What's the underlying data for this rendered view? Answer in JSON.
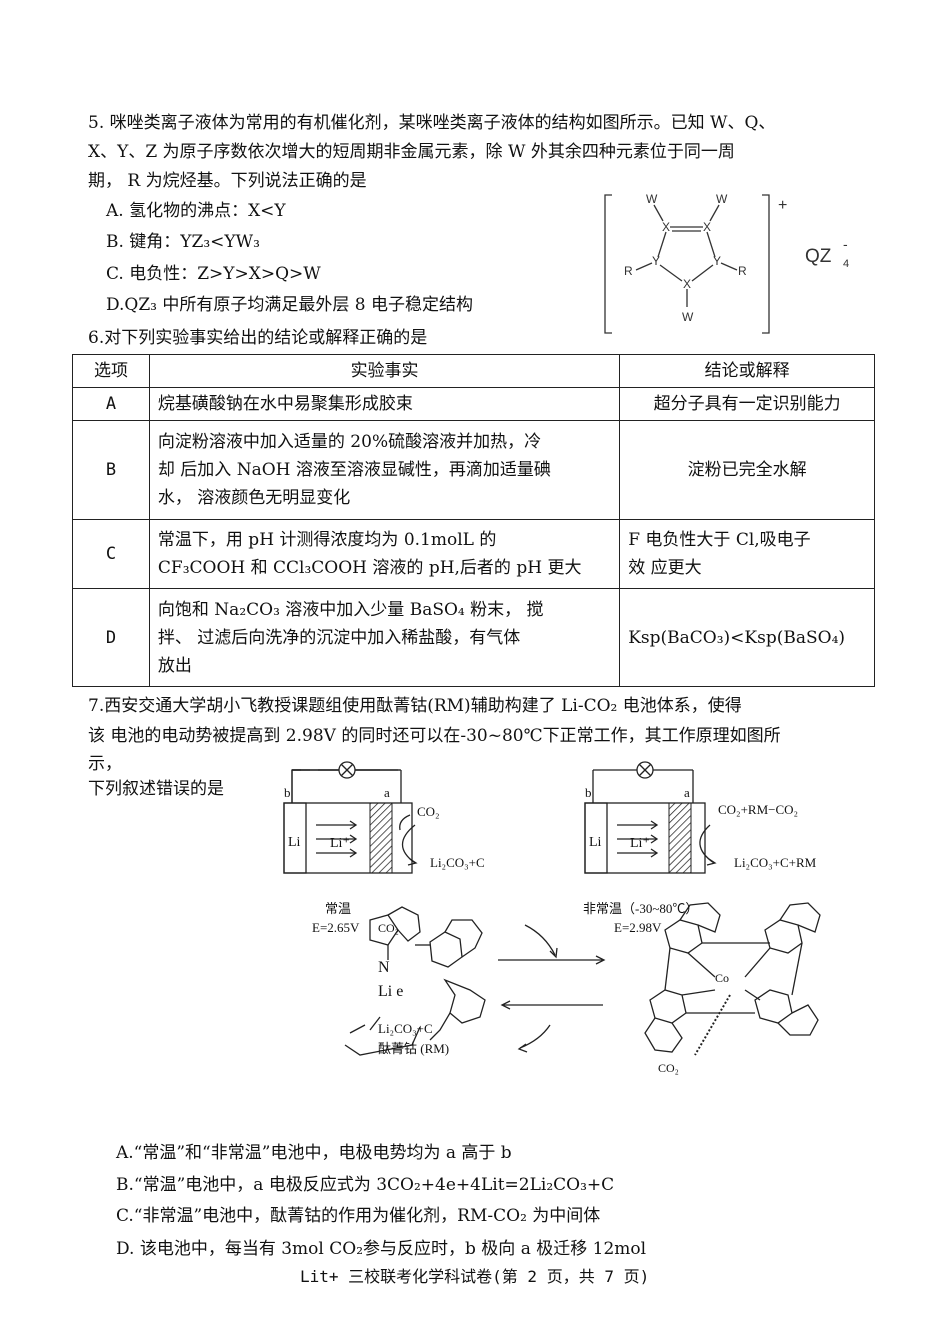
{
  "q5": {
    "line1": "5.  咪唑类离子液体为常用的有机催化剂，某咪唑类离子液体的结构如图所示。已知 W、Q、",
    "line2": "X、Y、Z 为原子序数依次增大的短周期非金属元素，除 W  外其余四种元素位于同一周",
    "line3": "期，  R 为烷烃基。下列说法正确的是",
    "options": [
      "A.  氢化物的沸点：X<Y",
      "B.  键角：YZ₃<YW₃",
      "C.  电负性：Z>Y>X>Q>W",
      "D.QZ₃   中所有原子均满足最外层 8 电子稳定结构"
    ],
    "figure": {
      "W": "W",
      "X": "X",
      "Y": "Y",
      "R": "R",
      "charge": "+",
      "anion": "QZ",
      "anion_sub": "4",
      "anion_sup": "-"
    }
  },
  "q6": {
    "stem": "6.对下列实验事实给出的结论或解释正确的是",
    "headers": [
      "选项",
      "实验事实",
      "结论或解释"
    ],
    "rows": [
      {
        "opt": "A",
        "fact": [
          "烷基磺酸钠在水中易聚集形成胶束"
        ],
        "conc": [
          "超分子具有一定识别能力"
        ]
      },
      {
        "opt": "B",
        "fact": [
          "向淀粉溶液中加入适量的 20%硫酸溶液并加热，冷",
          "却  后加入 NaOH 溶液至溶液显碱性，再滴加适量碘",
          "水，  溶液颜色无明显变化"
        ],
        "conc": [
          "淀粉已完全水解"
        ]
      },
      {
        "opt": "C",
        "fact": [
          "  常温下，用 pH 计测得浓度均为 0.1molL 的",
          "CF₃COOH  和 CCl₃COOH 溶液的 pH,后者的 pH 更大"
        ],
        "conc": [
          " F 电负性大于 Cl,吸电子",
          "效  应更大"
        ]
      },
      {
        "opt": "D",
        "fact": [
          "向饱和 Na₂CO₃ 溶液中加入少量 BaSO₄ 粉末，  搅",
          "拌、  过滤后向洗净的沉淀中加入稀盐酸，有气体",
          "放出"
        ],
        "conc": [
          "Ksp(BaCO₃)<Ksp(BaSO₄)"
        ]
      }
    ]
  },
  "q7": {
    "line1": "7.西安交通大学胡小飞教授课题组使用酞菁钴(RM)辅助构建了 Li-CO₂ 电池体系，使得",
    "line2": "该  电池的电动势被提高到 2.98V  的同时还可以在-30~80℃下正常工作，其工作原理如图所",
    "line3": "示，",
    "line4": "下列叙述错误的是",
    "figure": {
      "b": "b",
      "a": "a",
      "Li": "Li",
      "Li_plus": "Li⁺",
      "left_gas": "CO₂",
      "left_product": "Li₂CO₃+C",
      "right_gas": "CO₂+RM−CO₂",
      "right_product": "Li₂CO₃+C+RM",
      "normal_temp": "常温",
      "normal_E": "E=2.65V",
      "co2_small": "CO₂",
      "N": "N",
      "Li_e": "Li    e",
      "li2co3_c": "Li₂CO₃+C",
      "rm_name": "酞菁钴 (RM)",
      "abnormal_temp": "非常温（-30~80℃）",
      "abnormal_E": "E=2.98V",
      "co": "Co",
      "co2_bottom": "CO₂"
    },
    "options": [
      "A.“常温”和“非常温”电池中，电极电势均为 a 高于 b",
      "B.“常温”电池中，a 电极反应式为 3CO₂+4e+4Lit=2Li₂CO₃+C",
      "C.“非常温”电池中，酞菁钴的作用为催化剂，RM-CO₂  为中间体",
      "D.  该电池中，每当有 3mol  CO₂参与反应时，b  极向 a  极迁移 12mol"
    ]
  },
  "footer": "Lit+ 三校联考化学科试卷(第 2 页，共 7 页)"
}
